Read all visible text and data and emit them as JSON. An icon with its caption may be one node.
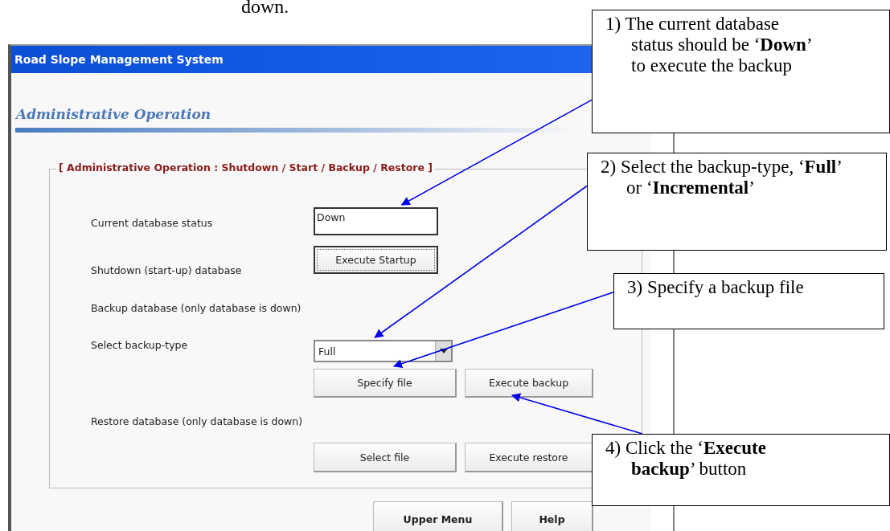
{
  "diagram": {
    "nodes": [
      {
        "text": [
          "Road Slope Management System",
          "Administrative Operation"
        ]
      },
      {
        "text": [
          "[ Administrative Operation : Shutdown / Start / Backup / Restore ]"
        ],
        "in": 0
      },
      {
        "text": [
          "Down"
        ],
        "in": 1
      },
      {
        "text": [
          "Execute Startup"
        ],
        "in": 1
      },
      {
        "text": [
          "Full"
        ],
        "in": 1
      },
      {
        "text": [
          "Specify file"
        ],
        "in": 1
      },
      {
        "text": [
          "Execute backup"
        ],
        "in": 1
      },
      {
        "text": [
          "Select file"
        ],
        "in": 1
      },
      {
        "text": [
          "Execute restore"
        ],
        "in": 1
      },
      {
        "text": [
          "Upper Menu"
        ],
        "in": 0
      },
      {
        "text": [
          "Help"
        ],
        "in": 0
      },
      {
        "text": [
          "1) The current database status should be ‘**Down**’ to execute the backup"
        ]
      },
      {
        "text": [
          "2) Select the backup-type, ‘**Full**’ or ‘**Incremental**’"
        ]
      },
      {
        "text": [
          "3) Specify a backup file"
        ]
      },
      {
        "text": [
          "4) Click the ‘**Execute backup**’ button"
        ]
      }
    ],
    "edges": [
      {
        "from": 11,
        "to": 2,
        "arrow": "to"
      },
      {
        "from": 12,
        "to": 4,
        "arrow": "to"
      },
      {
        "from": 13,
        "to": 5,
        "arrow": "to"
      },
      {
        "from": 14,
        "to": 6,
        "arrow": "to"
      }
    ],
    "labels": [
      "down.",
      "Current database status",
      "Shutdown (start-up) database",
      "Backup database (only database is down)",
      "Select backup-type",
      "Restore database (only database is down)"
    ]
  }
}
